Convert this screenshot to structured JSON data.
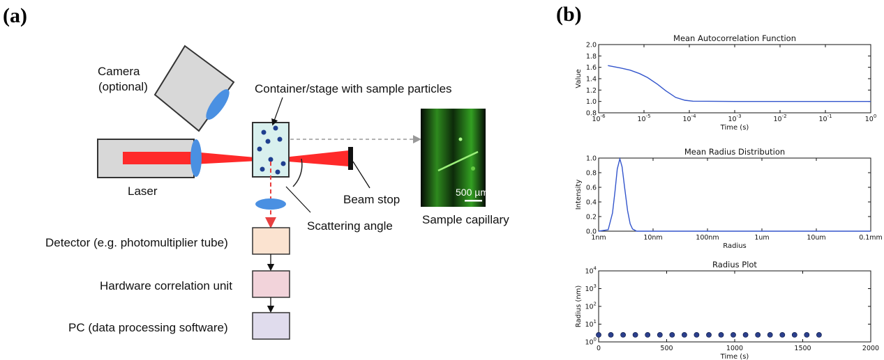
{
  "panels": {
    "a": "(a)",
    "b": "(b)"
  },
  "diagram": {
    "camera": "Camera",
    "camera_sub": "(optional)",
    "container": "Container/stage with sample particles",
    "laser": "Laser",
    "beam_stop": "Beam stop",
    "scattering_angle": "Scattering angle",
    "scale_bar": "500 µm",
    "sample_capillary": "Sample capillary",
    "detector": "Detector (e.g. photomultiplier tube)",
    "correlator": "Hardware correlation unit",
    "pc": "PC (data processing software)"
  },
  "colors": {
    "laser_beam": "#ff2a2a",
    "lens": "#4a90e2",
    "detector_box": "#fbe3d0",
    "correlator_box": "#f2d3da",
    "pc_box": "#e0dced",
    "container": "#d8f0ee",
    "plot_line": "#3355cc"
  },
  "chart_data": [
    {
      "type": "line",
      "title": "Mean Autocorrelation Function",
      "xlabel": "Time (s)",
      "ylabel": "Value",
      "xscale": "log",
      "xlim": [
        1e-06,
        1
      ],
      "ylim": [
        0.8,
        2.0
      ],
      "xticks": [
        "10-6",
        "10-5",
        "10-4",
        "10-3",
        "10-2",
        "10-1",
        "100"
      ],
      "yticks": [
        "0.8",
        "1.0",
        "1.2",
        "1.4",
        "1.6",
        "1.8",
        "2.0"
      ],
      "series": [
        {
          "x": [
            1.6e-06,
            3e-06,
            5e-06,
            8e-06,
            1.2e-05,
            2e-05,
            3e-05,
            5e-05,
            8e-05,
            0.00012,
            0.001,
            0.01,
            0.1,
            1
          ],
          "values": [
            1.63,
            1.59,
            1.55,
            1.49,
            1.42,
            1.3,
            1.19,
            1.07,
            1.02,
            1.005,
            1.0,
            1.0,
            1.0,
            1.0
          ]
        }
      ]
    },
    {
      "type": "line",
      "title": "Mean Radius Distribution",
      "xlabel": "Radius",
      "ylabel": "Intensity",
      "xscale": "log",
      "xlim": [
        1,
        100000
      ],
      "ylim": [
        0,
        1.0
      ],
      "xticks": [
        "1nm",
        "10nm",
        "100nm",
        "1um",
        "10um",
        "0.1mm"
      ],
      "yticks": [
        "0.0",
        "0.2",
        "0.4",
        "0.6",
        "0.8",
        "1.0"
      ],
      "series": [
        {
          "x": [
            1,
            1.5,
            1.8,
            2.0,
            2.2,
            2.45,
            2.7,
            3.0,
            3.4,
            3.8,
            4.2,
            5,
            100000
          ],
          "values": [
            0.0,
            0.02,
            0.25,
            0.55,
            0.85,
            0.99,
            0.88,
            0.6,
            0.28,
            0.1,
            0.03,
            0.0,
            0.0
          ]
        }
      ]
    },
    {
      "type": "scatter",
      "title": "Radius Plot",
      "xlabel": "Time (s)",
      "ylabel": "Radius (nm)",
      "yscale": "log",
      "xlim": [
        0,
        2000
      ],
      "ylim": [
        1,
        10000
      ],
      "xticks": [
        "0",
        "500",
        "1000",
        "1500",
        "2000"
      ],
      "yticks": [
        "100",
        "101",
        "102",
        "103",
        "104"
      ],
      "series": [
        {
          "x": [
            0,
            90,
            180,
            270,
            360,
            450,
            540,
            630,
            720,
            810,
            900,
            990,
            1080,
            1170,
            1260,
            1350,
            1440,
            1530,
            1620
          ],
          "values": [
            2.5,
            2.5,
            2.5,
            2.5,
            2.5,
            2.5,
            2.5,
            2.5,
            2.5,
            2.5,
            2.5,
            2.5,
            2.5,
            2.5,
            2.5,
            2.5,
            2.5,
            2.5,
            2.5
          ]
        }
      ]
    }
  ]
}
